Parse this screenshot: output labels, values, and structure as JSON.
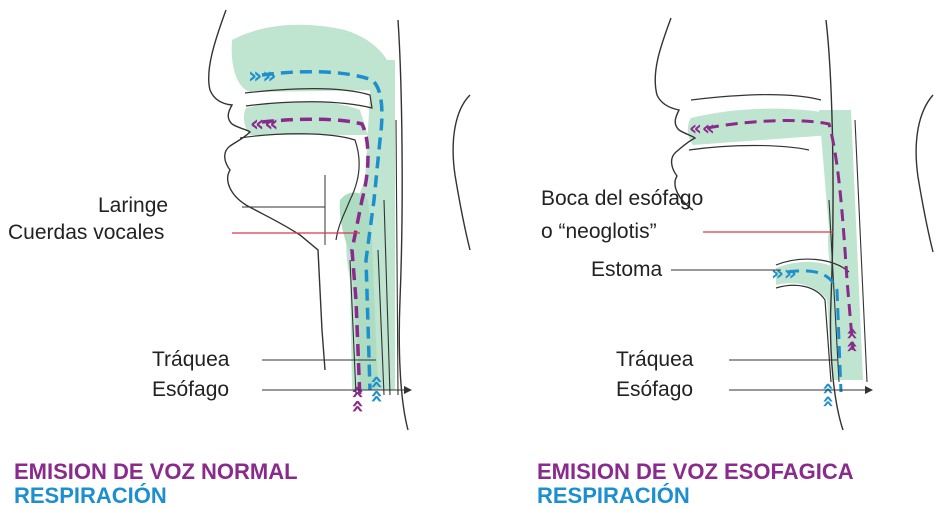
{
  "left": {
    "labels": {
      "laringe": "Laringe",
      "cuerdas": "Cuerdas vocales",
      "traquea": "Tráquea",
      "esofago": "Esófago"
    },
    "caption_voice": "EMISION DE VOZ NORMAL",
    "caption_resp": "RESPIRACIÓN"
  },
  "right": {
    "labels": {
      "boca": "Boca del esófago",
      "neoglotis": "o “neoglotis”",
      "estoma": "Estoma",
      "traquea": "Tráquea",
      "esofago": "Esófago"
    },
    "caption_voice": "EMISION DE VOZ ESOFAGICA",
    "caption_resp": "RESPIRACIÓN"
  },
  "colors": {
    "voice": "#8a2a8c",
    "respiration": "#1d8fce",
    "airway_fill": "#bfe4cf",
    "outline": "#333333",
    "pointer_red": "#d63a4a"
  }
}
